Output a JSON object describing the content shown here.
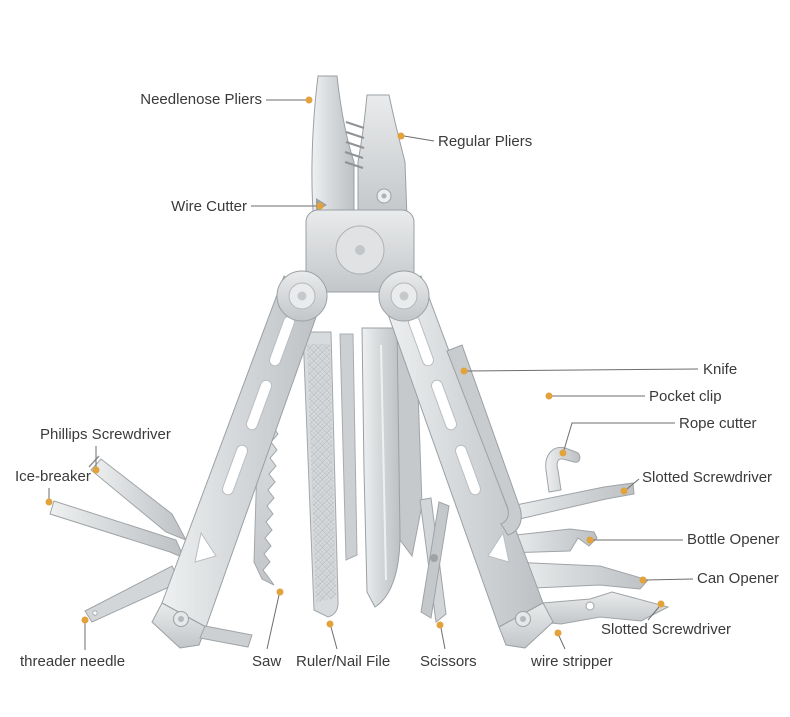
{
  "diagram": {
    "labels": {
      "needlenose_pliers": {
        "text": "Needlenose Pliers"
      },
      "regular_pliers": {
        "text": "Regular Pliers"
      },
      "wire_cutter": {
        "text": "Wire Cutter"
      },
      "knife": {
        "text": "Knife"
      },
      "pocket_clip": {
        "text": "Pocket clip"
      },
      "rope_cutter": {
        "text": "Rope cutter"
      },
      "slotted_screwdriver_upper": {
        "text": "Slotted Screwdriver"
      },
      "bottle_opener": {
        "text": "Bottle Opener"
      },
      "can_opener": {
        "text": "Can Opener"
      },
      "slotted_screwdriver_lower": {
        "text": "Slotted Screwdriver"
      },
      "phillips_screwdriver": {
        "text": "Phillips Screwdriver"
      },
      "ice_breaker": {
        "text": "Ice-breaker"
      },
      "threader_needle": {
        "text": "threader needle"
      },
      "saw": {
        "text": "Saw"
      },
      "ruler_nail_file": {
        "text": "Ruler/Nail File"
      },
      "scissors": {
        "text": "Scissors"
      },
      "wire_stripper": {
        "text": "wire stripper"
      }
    },
    "colors": {
      "background": "#FFFFFF",
      "callout_dot": "#E2A23C",
      "callout_line": "#6E6E6E",
      "label_text": "#3A3A3A",
      "tool_metal": "#D6D9DB"
    }
  }
}
